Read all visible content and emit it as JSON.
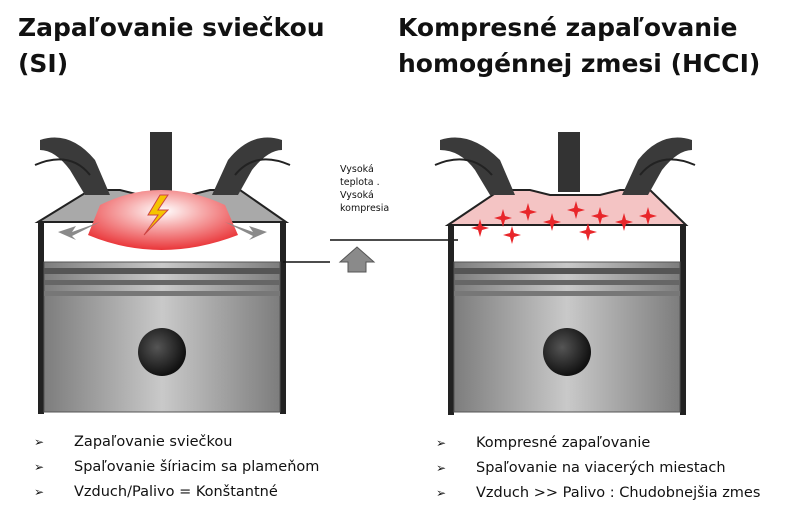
{
  "left": {
    "title": "Zapaľovanie sviečkou (SI)",
    "bullets": [
      "Zapaľovanie sviečkou",
      "Spaľovanie šíriacim sa plameňom",
      "Vzduch/Palivo = Konštantné"
    ]
  },
  "right": {
    "title": "Kompresné zapaľovanie homogénnej zmesi (HCCI)",
    "bullets": [
      "Kompresné zapaľovanie",
      "Spaľovanie na viacerých miestach",
      "Vzduch >> Palivo : Chudobnejšia zmes"
    ]
  },
  "transition_note": {
    "line1": "Vysoká",
    "line2": "teplota .",
    "line3": "Vysoká",
    "line4": "kompresia"
  },
  "bullet_marker": "➢",
  "colors": {
    "flame_red": "#e8262a",
    "flame_pink": "#f4c4c4",
    "metal_gray": "#8c8c8c",
    "dark_gray": "#333333"
  }
}
